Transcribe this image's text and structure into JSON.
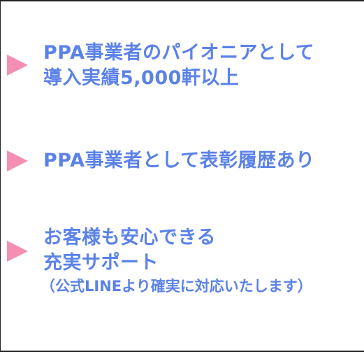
{
  "features": [
    {
      "lines": [
        "PPA事業者のパイオニアとして",
        "導入実績5,000軒以上"
      ],
      "note": ""
    },
    {
      "lines": [
        "PPA事業者として表彰履歴あり"
      ],
      "note": ""
    },
    {
      "lines": [
        "お客様も安心できる",
        "充実サポート"
      ],
      "note": "（公式LINEより確実に対応いたします）"
    }
  ],
  "colors": {
    "text": "#5b82e8",
    "marker": "#f48fb1"
  }
}
